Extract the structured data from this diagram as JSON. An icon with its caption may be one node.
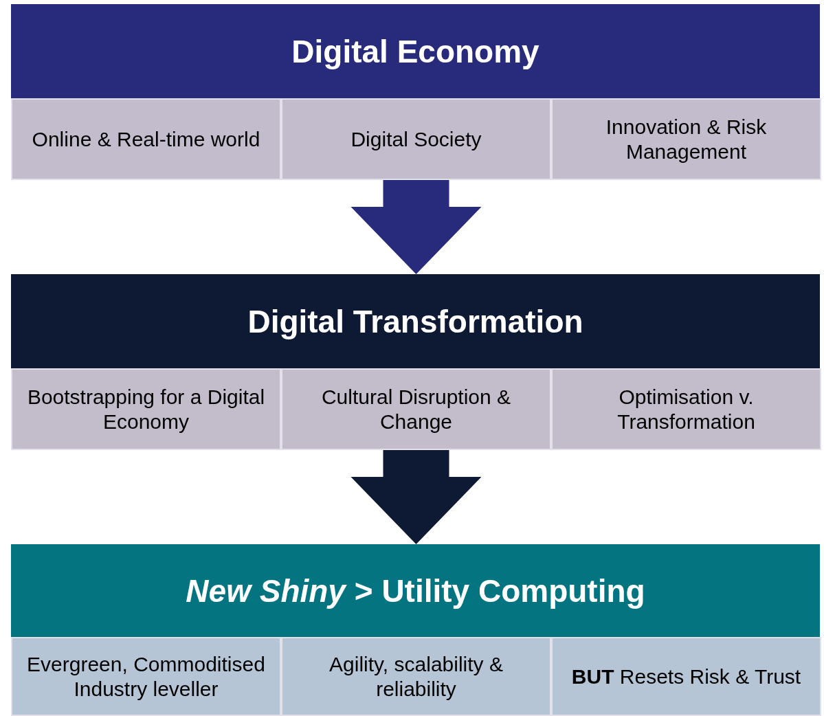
{
  "diagram": {
    "nodes": [
      {
        "text": [
          "Digital Economy"
        ]
      },
      {
        "text": [
          "Online & Real-time world"
        ]
      },
      {
        "text": [
          "Digital Society"
        ]
      },
      {
        "text": [
          "Innovation & Risk Management"
        ]
      },
      {
        "text": [
          "Digital Transformation"
        ]
      },
      {
        "text": [
          "Bootstrapping for a Digital Economy"
        ]
      },
      {
        "text": [
          "Cultural Disruption & Change"
        ]
      },
      {
        "text": [
          "Optimisation v. Transformation"
        ]
      },
      {
        "text": [
          "*New Shiny* > Utility Computing"
        ]
      },
      {
        "text": [
          "Evergreen, Commoditised Industry leveller"
        ]
      },
      {
        "text": [
          "Agility, scalability & reliability"
        ]
      },
      {
        "text": [
          "**BUT** Resets Risk & Trust"
        ]
      }
    ],
    "edges": [
      {
        "from": 2,
        "to": 4,
        "arrow": "to",
        "style": "thick",
        "color": "#282a7c"
      },
      {
        "from": 6,
        "to": 8,
        "arrow": "to",
        "style": "thick",
        "color": "#0e1a33"
      }
    ]
  }
}
